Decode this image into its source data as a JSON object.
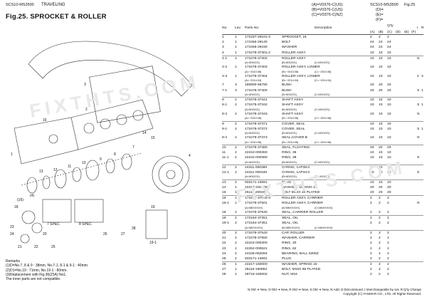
{
  "header": {
    "model_left": "SCS10-MS3500",
    "section": "TRAVELING",
    "figure_title": "Fig.25.  SPROCKET & ROLLER",
    "model_right": "SCS10-MS3500",
    "fig_ref": "Fig.25",
    "serials": [
      "(A)=V0376-C(US)",
      "(B)=V0376-C(US)",
      "(C)=V0376-C(NZ)"
    ],
    "serials_right": [
      "(D)=",
      "(E)=",
      "(F)="
    ]
  },
  "table": {
    "headers": {
      "no": "No.",
      "lev": "Lev.",
      "part": "Parts No.",
      "desc": "Description",
      "qty": "Q'ty",
      "a": "(A)",
      "b": "(B)",
      "c": "(C)",
      "d": "(D)",
      "e": "(E)",
      "f": "(F)",
      "i": "I",
      "r": "R"
    },
    "rows": [
      {
        "no": "1",
        "lev": "1",
        "part": "172187-29101-3",
        "desc": "SPROCKET, 19",
        "a": "2",
        "b": "2",
        "c": "2"
      },
      {
        "no": "2",
        "lev": "1",
        "part": "172455-29140",
        "desc": "BOLT",
        "a": "24",
        "b": "24",
        "c": "24"
      },
      {
        "no": "3",
        "lev": "1",
        "part": "172455-29150",
        "desc": "WASHER",
        "a": "24",
        "b": "24",
        "c": "24"
      },
      {
        "no": "4",
        "lev": "1",
        "part": "172478-37301-2",
        "desc": "ROLLER ASSY",
        "a": "10",
        "b": "10",
        "c": "10"
      },
      {
        "no": "4-1",
        "lev": "1",
        "part": "172478-37302",
        "desc": "ROLLER ASSY",
        "a": "10",
        "b": "10",
        "c": "10",
        "i": "N",
        "note": [
          "(A=M10221)",
          "(B=M10221)",
          "(C=M10221)"
        ]
      },
      {
        "no": "4-2",
        "lev": "1",
        "part": "172478-37303",
        "desc": "ROLLER ASSY, LOWER",
        "a": "10",
        "b": "10",
        "c": "10",
        "note": [
          "(A=~2010.08)",
          "(B=~2010.08)",
          "(C=~2010.08)"
        ]
      },
      {
        "no": "4-3",
        "lev": "1",
        "part": "172478-37304",
        "desc": "ROLLER ASSY, LOWER",
        "a": "10",
        "b": "10",
        "c": "10",
        "i": "2",
        "r": "3",
        "note": [
          "(A=~2014.04)",
          "(B=~2014.04)",
          "(C=~2014.04)"
        ]
      },
      {
        "no": "7",
        "lev": "3",
        "part": "180900-56790",
        "desc": "BUSH",
        "a": "20",
        "b": "20",
        "c": "20"
      },
      {
        "no": "7-1",
        "lev": "3",
        "part": "172478-37400",
        "desc": "BUSH",
        "a": "20",
        "b": "20",
        "c": "20",
        "i": "S",
        "r": "1",
        "note": [
          "(A=M10221)",
          "(B=M10221)",
          "(C=M10221)"
        ]
      },
      {
        "no": "8",
        "lev": "2",
        "part": "172478-37341",
        "desc": "SHAFT ASSY",
        "a": "10",
        "b": "10",
        "c": "10"
      },
      {
        "no": "8-1",
        "lev": "2",
        "part": "172478-37342",
        "desc": "SHAFT ASSY",
        "a": "10",
        "b": "10",
        "c": "10",
        "i": "S",
        "r": "1",
        "note": [
          "(A=M10221)",
          "(B=M10221)",
          "(C=M10221)"
        ]
      },
      {
        "no": "8-2",
        "lev": "2",
        "part": "172478-37343",
        "desc": "SHAFT ASSY",
        "a": "10",
        "b": "10",
        "c": "10",
        "i": "N",
        "note": [
          "(A=~2010.08)",
          "(B=~2010.08)",
          "(C=~2010.08)"
        ]
      },
      {
        "no": "9",
        "lev": "2",
        "part": "172478-37371",
        "desc": "COVER, SEAL",
        "a": "10",
        "b": "10",
        "c": "10"
      },
      {
        "no": "9-1",
        "lev": "2",
        "part": "172478-37372",
        "desc": "COVER, SEAL",
        "a": "10",
        "b": "10",
        "c": "10",
        "i": "S",
        "r": "1",
        "note": [
          "(A=M10221)",
          "(B=M10221)",
          "(C=M10221)"
        ]
      },
      {
        "no": "9-2",
        "lev": "2",
        "part": "172478-37373",
        "desc": "SEAL,COVER B",
        "a": "10",
        "b": "10",
        "c": "10",
        "i": "N",
        "note": [
          "(A=~2010.08)",
          "(B=~2010.08)",
          "(C=~2010.08)"
        ]
      },
      {
        "no": "10",
        "lev": "2",
        "part": "172478-37380",
        "desc": "SEAL, FLOATING",
        "a": "20",
        "b": "20",
        "c": "20"
      },
      {
        "no": "11",
        "lev": "2",
        "part": "22242-000360",
        "desc": "RING, 36",
        "a": "10",
        "b": "10",
        "c": "10"
      },
      {
        "no": "11-1",
        "lev": "2",
        "part": "22242-000380",
        "desc": "RING, 38",
        "a": "10",
        "b": "10",
        "c": "10",
        "i": "S",
        "note": [
          "(A=M10221)",
          "(B=M10221)",
          "(C=M10221)"
        ]
      },
      {
        "no": "12",
        "lev": "2",
        "part": "24311-000380",
        "desc": "O-RING, 1AP38.0",
        "a": "10",
        "b": "10",
        "c": "10"
      },
      {
        "no": "12-1",
        "lev": "2",
        "part": "24311-000340",
        "desc": "O-RING, 1AP34.0",
        "a": "10",
        "b": "10",
        "c": "10",
        "i": "S",
        "note": [
          "(A=M10221)",
          "(B=M10221)",
          "(C=M10221)"
        ]
      },
      {
        "no": "13",
        "lev": "2",
        "part": "933171-13691",
        "desc": "PLUG",
        "a": "10",
        "b": "10",
        "c": "10"
      },
      {
        "no": "14",
        "lev": "1",
        "part": "22217-200000",
        "desc": "WASHER, SPRING 20",
        "a": "20",
        "b": "20",
        "c": "20"
      },
      {
        "no": "15",
        "lev": "1",
        "part": "26116-200402",
        "desc": "BOLT M20X 40 PLATED",
        "a": "20",
        "b": "20",
        "c": "20"
      },
      {
        "no": "16",
        "lev": "1",
        "part": "172478-37500-3",
        "desc": "ROLLER ASSY, CARRIER",
        "a": "2",
        "b": "2",
        "c": "2"
      },
      {
        "no": "16-1",
        "lev": "1",
        "part": "172478-37501",
        "desc": "ROLLER ASSY, CARRIER",
        "a": "2",
        "b": "2",
        "c": "2",
        "i": "N",
        "note": [
          "(A=M6XXXXX)",
          "(B=M6XXXXX)",
          "(C=M6XXXXX)"
        ]
      },
      {
        "no": "18",
        "lev": "2",
        "part": "172478-37530",
        "desc": "SEAL, CARRIER ROLLER",
        "a": "2",
        "b": "2",
        "c": "2"
      },
      {
        "no": "19",
        "lev": "2",
        "part": "172164-37351",
        "desc": "SEAL, OIL",
        "a": "2",
        "b": "2",
        "c": "2"
      },
      {
        "no": "19-1",
        "lev": "2",
        "part": "172164-37351",
        "desc": "SEAL, OIL",
        "a": "2",
        "b": "2",
        "c": "2",
        "note": [
          "(A=M6XXXXX)",
          "(B=M6XXXXX)",
          "(C=M6XXXXX)"
        ]
      },
      {
        "no": "20",
        "lev": "2",
        "part": "172478-37540",
        "desc": "CAP, ROLLER",
        "a": "2",
        "b": "2",
        "c": "2"
      },
      {
        "no": "21",
        "lev": "2",
        "part": "172478-37550",
        "desc": "WASHER, CARRIER",
        "a": "2",
        "b": "2",
        "c": "2"
      },
      {
        "no": "22",
        "lev": "2",
        "part": "22242-000300",
        "desc": "RING, 30",
        "a": "2",
        "b": "2",
        "c": "2"
      },
      {
        "no": "23",
        "lev": "2",
        "part": "22252-000621",
        "desc": "RING, 62",
        "a": "2",
        "b": "2",
        "c": "2"
      },
      {
        "no": "24",
        "lev": "2",
        "part": "24105-062084",
        "desc": "BEARING, BALL 6206Z",
        "a": "4",
        "b": "4",
        "c": "4"
      },
      {
        "no": "25",
        "lev": "2",
        "part": "933171-13691",
        "desc": "PLUG",
        "a": "2",
        "b": "2",
        "c": "2"
      },
      {
        "no": "26",
        "lev": "1",
        "part": "22217-160000",
        "desc": "WASHER, SPRING 16",
        "a": "2",
        "b": "2",
        "c": "2"
      },
      {
        "no": "27",
        "lev": "1",
        "part": "26116-160852",
        "desc": "BOLT, M16X 85 PLATED",
        "a": "2",
        "b": "2",
        "c": "2"
      },
      {
        "no": "28",
        "lev": "1",
        "part": "28716-160002",
        "desc": "NUT, M16",
        "a": "2",
        "b": "2",
        "c": "2"
      }
    ]
  },
  "remarks": {
    "title": "Remarks",
    "lines": [
      "(1)D=No.7, 8 & 9 : 38mm, No.7-1, 8-1 & 9-1 : 40mm.",
      "(2)D1=No.19 : 71mm, No.19-1 : 80mm.",
      "(3)Replacement with Fig.36(Z5A) No1.",
      "The inner parts are not compatible."
    ]
  },
  "diagram": {
    "callouts": [
      "1",
      "2",
      "3",
      "4",
      "7",
      "8",
      "9",
      "10",
      "11",
      "12",
      "13",
      "14",
      "15",
      "16",
      "18",
      "19",
      "20",
      "21",
      "22",
      "23",
      "24",
      "25",
      "26",
      "27",
      "28",
      "(4)",
      "(16)"
    ],
    "spec_labels": [
      "7 SPEC",
      "8 SPEC",
      "19-1"
    ]
  },
  "footer": {
    "legend": "N:Old ➔ New, O:Old ➔ New, R:Old ➔ New, S:Old ➔ New, N:Add, D:Discontinued, I:Interchangeable by set, R:Q'ty Change",
    "copyright": "Copyright (C) YANMAR CO., LTD. All Rights Reserved."
  },
  "watermark": "FIXTHTS.COM"
}
